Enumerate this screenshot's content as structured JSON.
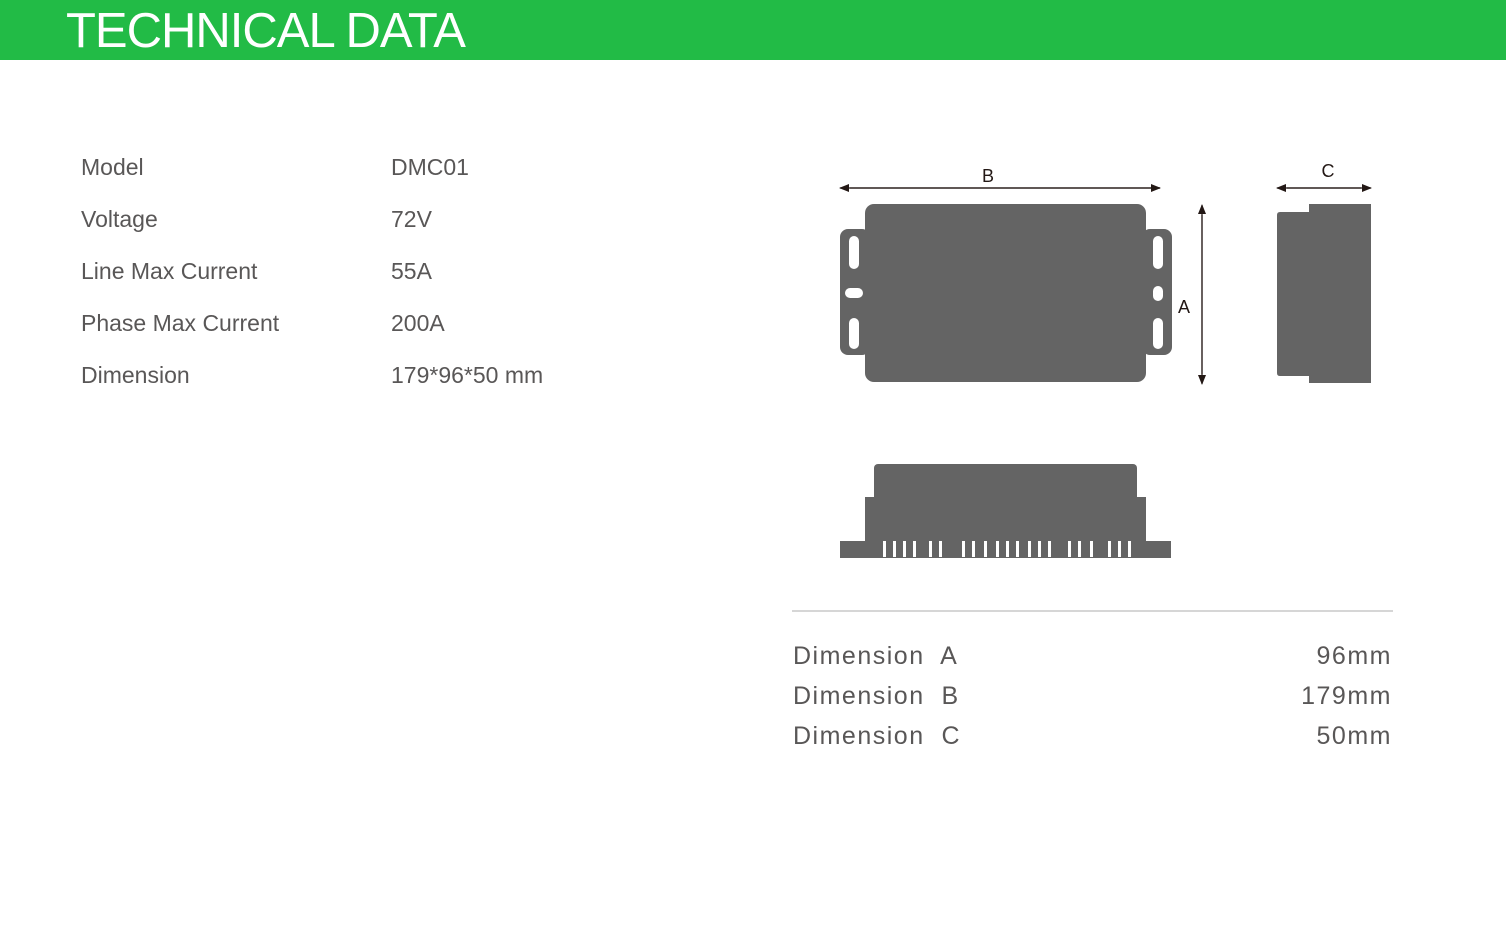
{
  "header": {
    "title": "TECHNICAL DATA"
  },
  "specs": [
    {
      "label": "Model",
      "value": "DMC01"
    },
    {
      "label": "Voltage",
      "value": "72V"
    },
    {
      "label": "Line Max Current",
      "value": "55A"
    },
    {
      "label": "Phase Max Current",
      "value": "200A"
    },
    {
      "label": "Dimension",
      "value": "179*96*50 mm"
    }
  ],
  "diagram": {
    "label_a": "A",
    "label_b": "B",
    "label_c": "C",
    "body_color": "#646464",
    "arrow_color": "#231815"
  },
  "dimensions": [
    {
      "label": "Dimension  A",
      "value": "96mm"
    },
    {
      "label": "Dimension  B",
      "value": "179mm"
    },
    {
      "label": "Dimension  C",
      "value": "50mm"
    }
  ],
  "colors": {
    "header_green": "#22bb46",
    "text_gray": "#595757",
    "divider": "#d6d6d6"
  }
}
